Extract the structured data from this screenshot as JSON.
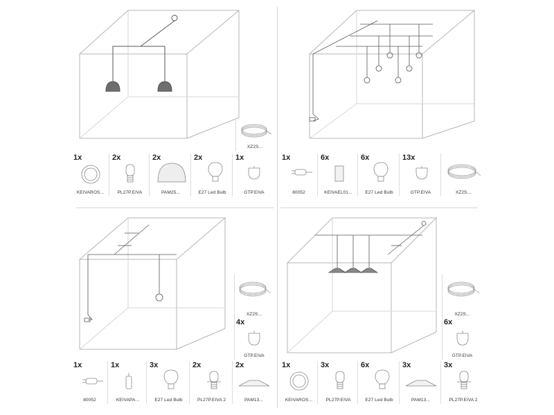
{
  "quadrants": [
    {
      "id": "top-left",
      "parts": [
        {
          "qty": "1x",
          "label": "KEIVAROS...",
          "icon": "ceiling-rose-icon"
        },
        {
          "qty": "2x",
          "label": "PL27P.EIVA",
          "icon": "lamp-holder-icon"
        },
        {
          "qty": "2x",
          "label": "PAM25...",
          "icon": "dome-shade-icon"
        },
        {
          "qty": "2x",
          "label": "E27 Led Bulb",
          "icon": "bulb-icon"
        },
        {
          "qty": "1x",
          "label": "GTP.EIVA",
          "icon": "hook-icon"
        }
      ],
      "extra": [
        {
          "qty": "",
          "label": "XZ2S...",
          "icon": "cable-coil-icon"
        }
      ]
    },
    {
      "id": "top-right",
      "parts": [
        {
          "qty": "1x",
          "label": "80052",
          "icon": "plug-icon"
        },
        {
          "qty": "6x",
          "label": "KEIVAEL01...",
          "icon": "switch-icon"
        },
        {
          "qty": "6x",
          "label": "E27 Led Bulb",
          "icon": "bulb-icon"
        },
        {
          "qty": "13x",
          "label": "GTP.EIVA",
          "icon": "hook-icon"
        },
        {
          "qty": "",
          "label": "XZ2S...",
          "icon": "cable-coil-icon"
        }
      ]
    },
    {
      "id": "bottom-left",
      "parts": [
        {
          "qty": "1x",
          "label": "80052",
          "icon": "plug-icon"
        },
        {
          "qty": "1x",
          "label": "KEIVAPA...",
          "icon": "cord-grip-icon"
        },
        {
          "qty": "3x",
          "label": "E27 Led Bulb",
          "icon": "bulb-icon"
        },
        {
          "qty": "2x",
          "label": "PL27P.EIVA 2",
          "icon": "lamp-holder-icon"
        },
        {
          "qty": "2x",
          "label": "PAM13...",
          "icon": "flat-shade-icon"
        }
      ],
      "extra": [
        {
          "qty": "",
          "label": "XZ2S...",
          "icon": "cable-coil-icon"
        },
        {
          "qty": "4x",
          "label": "GTP.EIVA",
          "icon": "hook-icon"
        }
      ]
    },
    {
      "id": "bottom-right",
      "parts": [
        {
          "qty": "1x",
          "label": "KEIVAROS...",
          "icon": "ceiling-rose-icon"
        },
        {
          "qty": "3x",
          "label": "PL27P.EIVA",
          "icon": "lamp-holder-icon"
        },
        {
          "qty": "6x",
          "label": "E27 Led Bulb",
          "icon": "bulb-icon"
        },
        {
          "qty": "3x",
          "label": "PAM13...",
          "icon": "flat-shade-icon"
        },
        {
          "qty": "3x",
          "label": "PL27P.EIVA 2",
          "icon": "lamp-holder-icon"
        }
      ],
      "extra": [
        {
          "qty": "",
          "label": "XZ2S...",
          "icon": "cable-coil-icon"
        },
        {
          "qty": "6x",
          "label": "GTP.EIVA",
          "icon": "hook-icon"
        }
      ]
    }
  ],
  "colors": {
    "line": "#999999",
    "dark": "#666666",
    "shade": "#6e6e6e",
    "separator": "#d6d6d6"
  }
}
